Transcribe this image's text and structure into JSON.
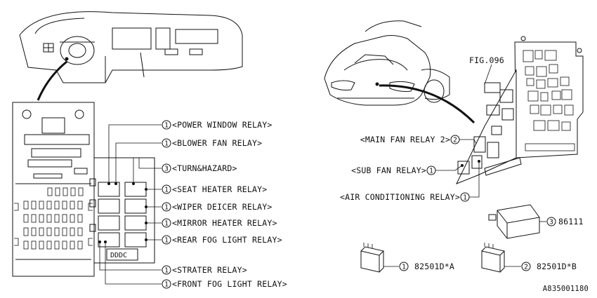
{
  "relay_labels": {
    "power_window": {
      "num": "1",
      "text": "<POWER WINDOW RELAY>"
    },
    "blower_fan": {
      "num": "1",
      "text": "<BLOWER FAN RELAY>"
    },
    "turn_hazard": {
      "num": "3",
      "text": "<TURN&HAZARD>"
    },
    "seat_heater": {
      "num": "1",
      "text": "<SEAT HEATER RELAY>"
    },
    "wiper_deicer": {
      "num": "1",
      "text": "<WIPER DEICER RELAY>"
    },
    "mirror_heater": {
      "num": "1",
      "text": "<MIRROR HEATER RELAY>"
    },
    "rear_fog": {
      "num": "1",
      "text": "<REAR FOG LIGHT RELAY>"
    },
    "strater": {
      "num": "1",
      "text": "<STRATER RELAY>"
    },
    "front_fog": {
      "num": "1",
      "text": "<FRONT FOG LIGHT RELAY>"
    }
  },
  "engine_labels": {
    "fig_ref": "FIG.096",
    "main_fan_2": {
      "num": "2",
      "text": "<MAIN FAN RELAY 2>"
    },
    "sub_fan": {
      "num": "1",
      "text": "<SUB FAN RELAY>"
    },
    "air_cond": {
      "num": "1",
      "text": "<AIR CONDITIONING RELAY>"
    }
  },
  "parts": {
    "p86111": {
      "num": "3",
      "text": "86111"
    },
    "p82501A": {
      "num": "1",
      "text": "82501D*A"
    },
    "p82501B": {
      "num": "2",
      "text": "82501D*B"
    }
  },
  "fuse_block_text": "DDDC",
  "figure_id": "A835001180"
}
